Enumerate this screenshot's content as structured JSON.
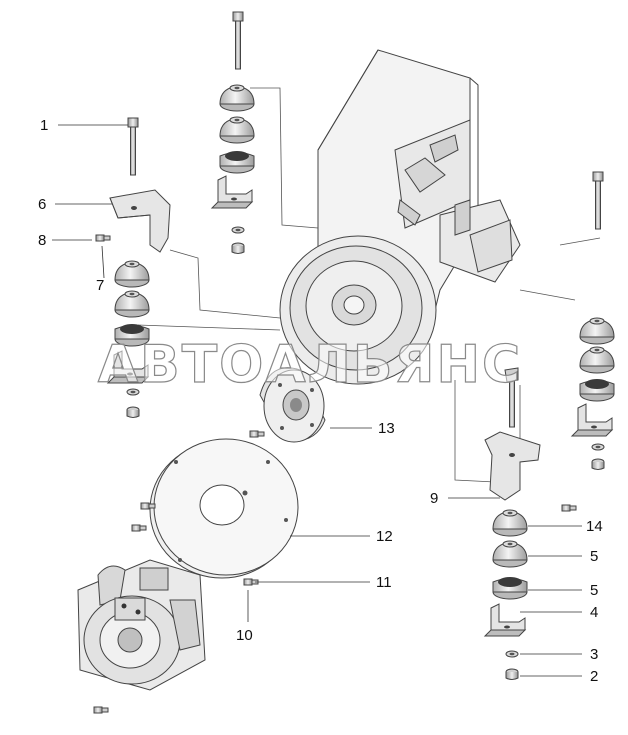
{
  "watermark": "АВТОАЛЬЯНС",
  "colors": {
    "line": "#333333",
    "fill_light": "#e6e6e6",
    "fill_mid": "#cfcfcf",
    "fill_dark": "#a8a8a8"
  },
  "callouts": {
    "c1": "1",
    "c2": "2",
    "c3": "3",
    "c4": "4",
    "c5a": "5",
    "c5b": "5",
    "c6": "6",
    "c7": "7",
    "c8": "8",
    "c9": "9",
    "c10": "10",
    "c11": "11",
    "c12": "12",
    "c13": "13",
    "c14": "14"
  }
}
